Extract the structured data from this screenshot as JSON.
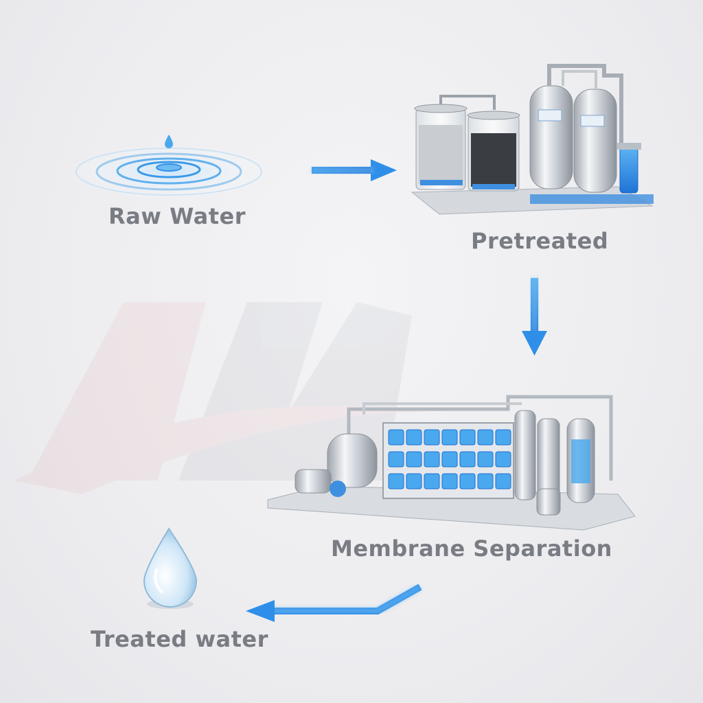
{
  "stages": {
    "raw_water": "Raw Water",
    "pretreated": "Pretreated",
    "membrane_separation": "Membrane Separation",
    "treated_water": "Treated water"
  },
  "colors": {
    "arrow": "#2f8fe8",
    "label": "#7a7c84",
    "steel": "#c9cdd3",
    "water_blue": "#4aa8ee"
  },
  "icons": [
    "water-ripple-icon",
    "filter-tanks-icon",
    "membrane-plant-icon",
    "water-drop-icon",
    "watermark-logo"
  ]
}
